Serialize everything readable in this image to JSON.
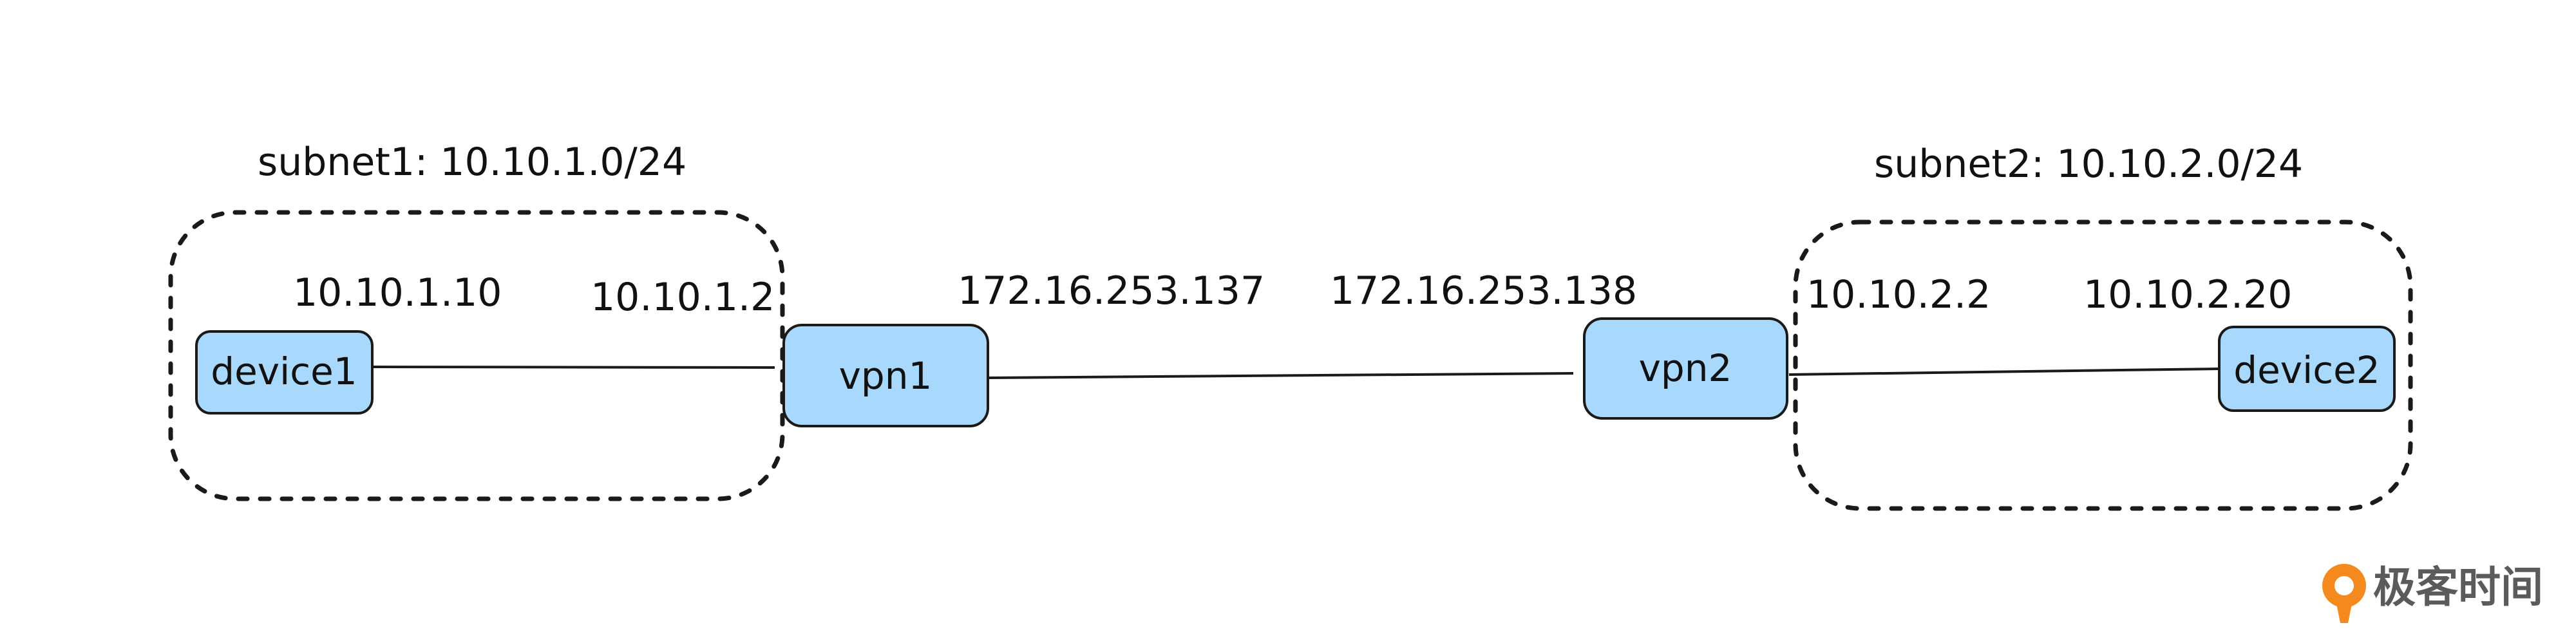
{
  "colors": {
    "node_fill": "#a8d8fb",
    "line": "#1a1a1a",
    "brand_orange": "#f48a1e",
    "brand_text": "#5b5b5b"
  },
  "subnets": {
    "subnet1": {
      "label": "subnet1: 10.10.1.0/24"
    },
    "subnet2": {
      "label": "subnet2: 10.10.2.0/24"
    }
  },
  "nodes": {
    "device1": {
      "label": "device1"
    },
    "vpn1": {
      "label": "vpn1"
    },
    "vpn2": {
      "label": "vpn2"
    },
    "device2": {
      "label": "device2"
    }
  },
  "ips": {
    "device1": "10.10.1.10",
    "vpn1_lan": "10.10.1.2",
    "vpn1_wan": "172.16.253.137",
    "vpn2_wan": "172.16.253.138",
    "vpn2_lan": "10.10.2.2",
    "device2": "10.10.2.20"
  },
  "brand": {
    "logo_icon": "geekbang-logo-icon",
    "name": "极客时间"
  }
}
